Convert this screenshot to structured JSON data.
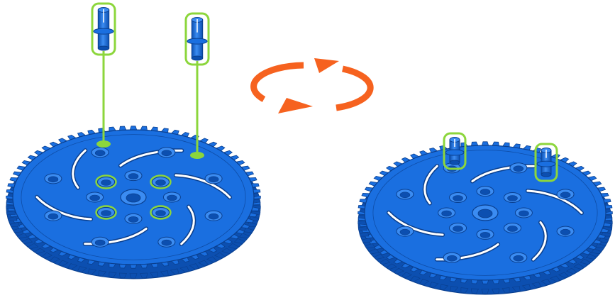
{
  "diagram": {
    "panels": [
      {
        "id": "before",
        "state": "pins-above-gear",
        "pin_count": 2,
        "highlighted_holes": 6
      },
      {
        "id": "after",
        "state": "pins-inserted",
        "pin_count": 2
      }
    ],
    "gear": {
      "tooth_count": 72,
      "spiral_slot_count": 6
    },
    "arrow": {
      "type": "rotate",
      "direction": "clockwise"
    }
  },
  "colors": {
    "part_blue": "#1a6fe0",
    "part_blue_light": "#3b8cf2",
    "part_blue_dark": "#0c4fb0",
    "outline": "#0a3f8e",
    "highlight_green": "#8cd63c",
    "arrow_orange": "#f6621f",
    "background": "#ffffff"
  },
  "icons": [
    "gear-icon",
    "connector-pin-icon",
    "rotate-arrow-icon"
  ]
}
